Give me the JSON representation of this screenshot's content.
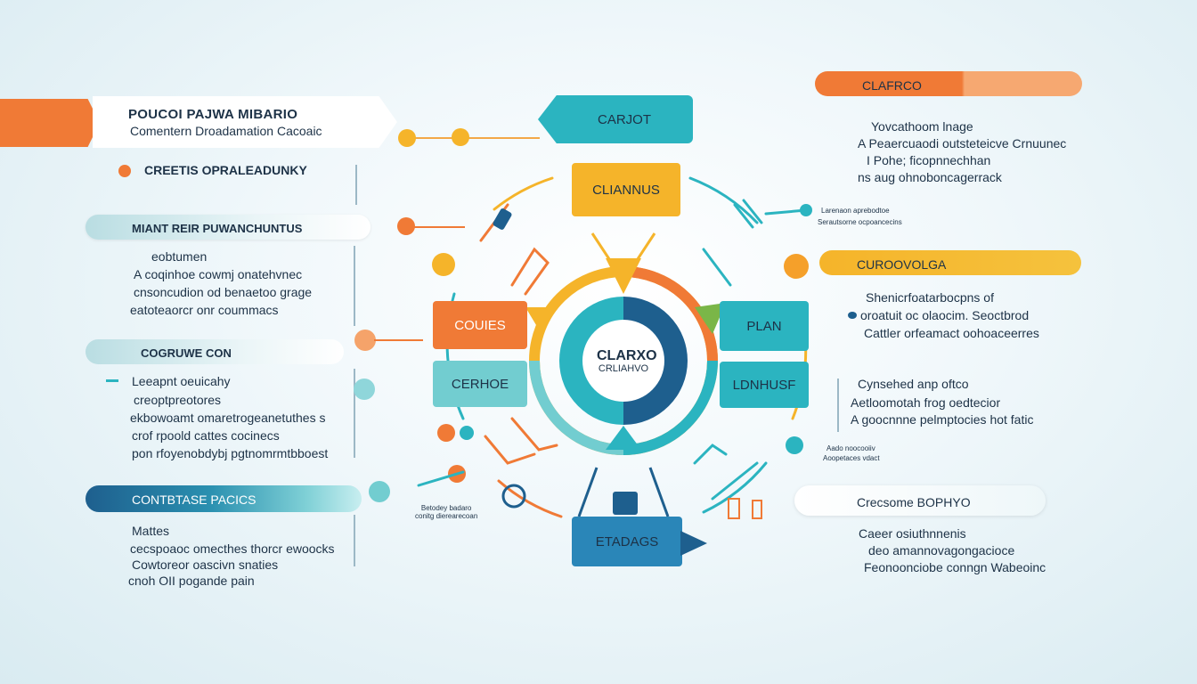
{
  "colors": {
    "orange": "#f07a36",
    "teal": "#2bb4c0",
    "light_teal": "#72cdd0",
    "navy": "#1e5f8e",
    "yellow": "#f5b42a",
    "text_dark": "#1d3247",
    "line": "#9cb8c6"
  },
  "left": {
    "banner": {
      "title": "POUCOI PAJWA MIBARIO",
      "subtitle": "Comentern Droadamation Cacoaic"
    },
    "bullet_heading": "CREETIS OPRALEADUNKY",
    "sections": [
      {
        "heading": "MIANT REIR PUWANCHUNTUS",
        "lines": [
          "eobtumen",
          "A coqinhoe cowmj onatehvnec",
          "cnsoncudion od benaetoo grage",
          "eatoteaorcr onr coummacs"
        ]
      },
      {
        "heading": "COGRUWE CON",
        "lines": [
          "Leeapnt oeuicahy",
          "creoptpreotores",
          "ekbowoamt omaretrogeanetuthes s",
          "crof rpoold cattes cocinecs",
          "pon rfoyenobdybj pgtnomrmtbboest"
        ]
      },
      {
        "heading": "CONTBTASE PACICS",
        "lines": [
          "Mattes",
          "cecspoaoc omecthes thorcr ewoocks",
          "Cowtoreor oascivn snaties",
          "cnoh OII pogande pain"
        ]
      }
    ]
  },
  "center": {
    "top_label": "CARJOT",
    "top_block": "CLIANNUS",
    "left_blocks": [
      "COUIES",
      "CERHOE"
    ],
    "right_blocks": [
      "PLAN",
      "LDNHUSF"
    ],
    "bottom_block": "ETADAGS",
    "hub": {
      "line1": "CLARXO",
      "line2": "CRLIAHVO"
    },
    "small_label": "Betodey badaro\nconitg dierearecoan"
  },
  "right": {
    "sections": [
      {
        "heading": "CLAFRCO",
        "lines": [
          "Yovcathoom lnage",
          "A Peaercuaodi outsteteicve Crnuunec",
          "I Pohe; ficopnnechhan",
          "ns aug ohnoboncagerrack"
        ]
      },
      {
        "heading": "",
        "lines": [
          "Larenaon aprebodtoe",
          "Serautsorne ocpoancecins"
        ]
      },
      {
        "heading": "CUROOVOLGA",
        "lines": [
          "Shenicrfoatarbocpns of",
          "oroatuit oc olaocim. Seoctbrod",
          "Cattler orfeamact oohoaceerres"
        ]
      },
      {
        "heading": "",
        "lines": [
          "Cynsehed anp oftco",
          "Aetloomotah frog oedtecior",
          "A goocnnne pelmptocies hot fatic"
        ]
      },
      {
        "heading": "",
        "lines": [
          "Aado noocooiiv",
          "Aoopetaces vdact"
        ]
      },
      {
        "heading": "Crecsome BOPHYO",
        "lines": [
          "Caeer osiuthnnenis",
          "deo amannovagongacioce",
          "Feonoonciobe conngn Wabeoinc"
        ]
      }
    ]
  }
}
